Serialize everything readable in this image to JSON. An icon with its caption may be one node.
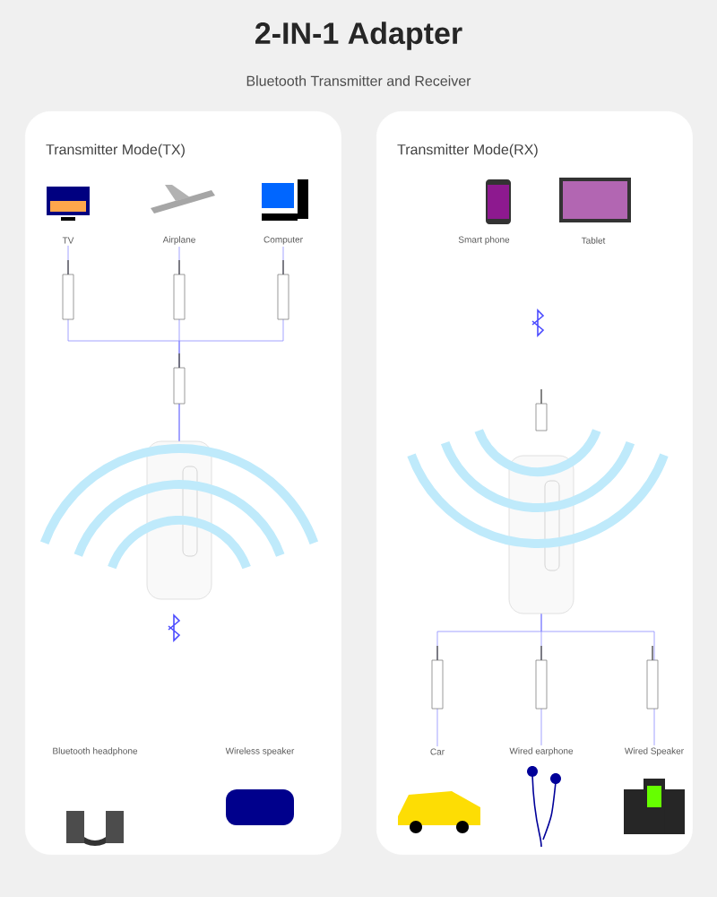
{
  "diagram": {
    "title": "2-IN-1 Adapter",
    "nodes": [
      {
        "text": [
          "Transmitter Mode(TX)"
        ]
      },
      {
        "text": [
          "TV"
        ],
        "in": 0
      },
      {
        "text": [
          "Airplane"
        ],
        "in": 0
      },
      {
        "text": [
          "Computer"
        ],
        "in": 0
      },
      {
        "text": [],
        "shape": "picture",
        "in": 0
      },
      {
        "text": [
          "Bluetooth headphone"
        ],
        "in": 0
      },
      {
        "text": [
          "Wireless speaker"
        ],
        "in": 0
      },
      {
        "text": [
          "Transmitter Mode(RX)"
        ]
      },
      {
        "text": [
          "Smart phone"
        ],
        "in": 7
      },
      {
        "text": [
          "Tablet"
        ],
        "in": 7
      },
      {
        "text": [],
        "shape": "picture",
        "in": 7
      },
      {
        "text": [
          "Car"
        ],
        "in": 7
      },
      {
        "text": [
          "Wired earphone"
        ],
        "in": 7
      },
      {
        "text": [
          "Wired Speaker"
        ],
        "in": 7
      }
    ],
    "edges": [
      {
        "from": 1,
        "to": 4,
        "arrow": "none"
      },
      {
        "from": 2,
        "to": 4,
        "arrow": "none"
      },
      {
        "from": 3,
        "to": 4,
        "arrow": "none"
      },
      {
        "from": 10,
        "to": 11,
        "arrow": "none"
      },
      {
        "from": 10,
        "to": 12,
        "arrow": "none"
      },
      {
        "from": 10,
        "to": 13,
        "arrow": "none"
      }
    ],
    "labels": [
      "Bluetooth Transmitter and Receiver"
    ]
  }
}
